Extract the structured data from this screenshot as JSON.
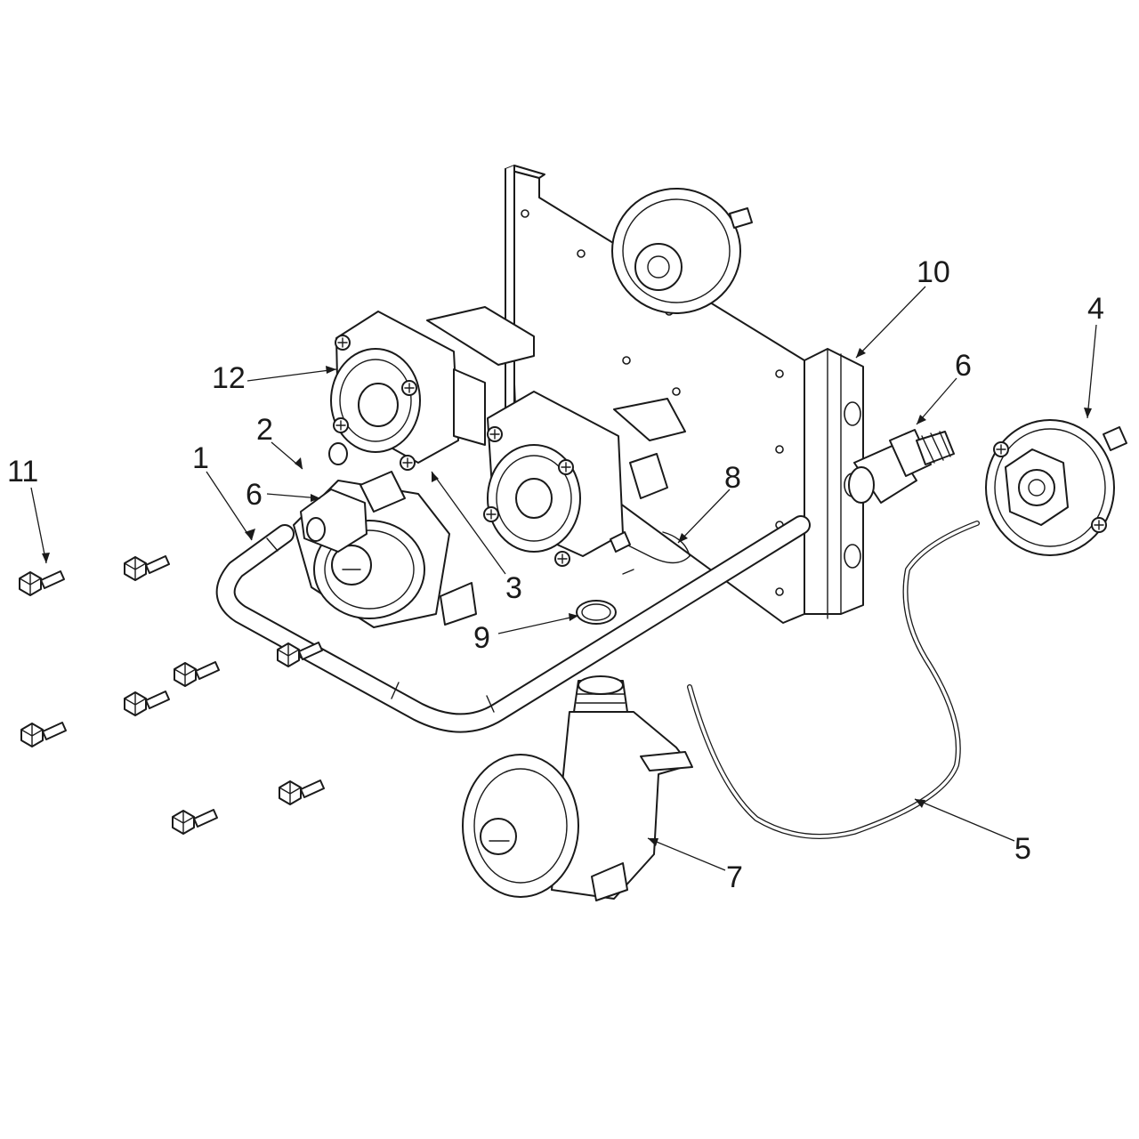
{
  "callouts": [
    {
      "id": "c1",
      "text": "1"
    },
    {
      "id": "c2",
      "text": "2"
    },
    {
      "id": "c3",
      "text": "3"
    },
    {
      "id": "c4",
      "text": "4"
    },
    {
      "id": "c5",
      "text": "5"
    },
    {
      "id": "c6a",
      "text": "6"
    },
    {
      "id": "c6b",
      "text": "6"
    },
    {
      "id": "c7",
      "text": "7"
    },
    {
      "id": "c8",
      "text": "8"
    },
    {
      "id": "c9",
      "text": "9"
    },
    {
      "id": "c10",
      "text": "10"
    },
    {
      "id": "c11",
      "text": "11"
    },
    {
      "id": "c12",
      "text": "12"
    }
  ],
  "colors": {
    "line": "#1a1a1a",
    "background": "#ffffff"
  }
}
